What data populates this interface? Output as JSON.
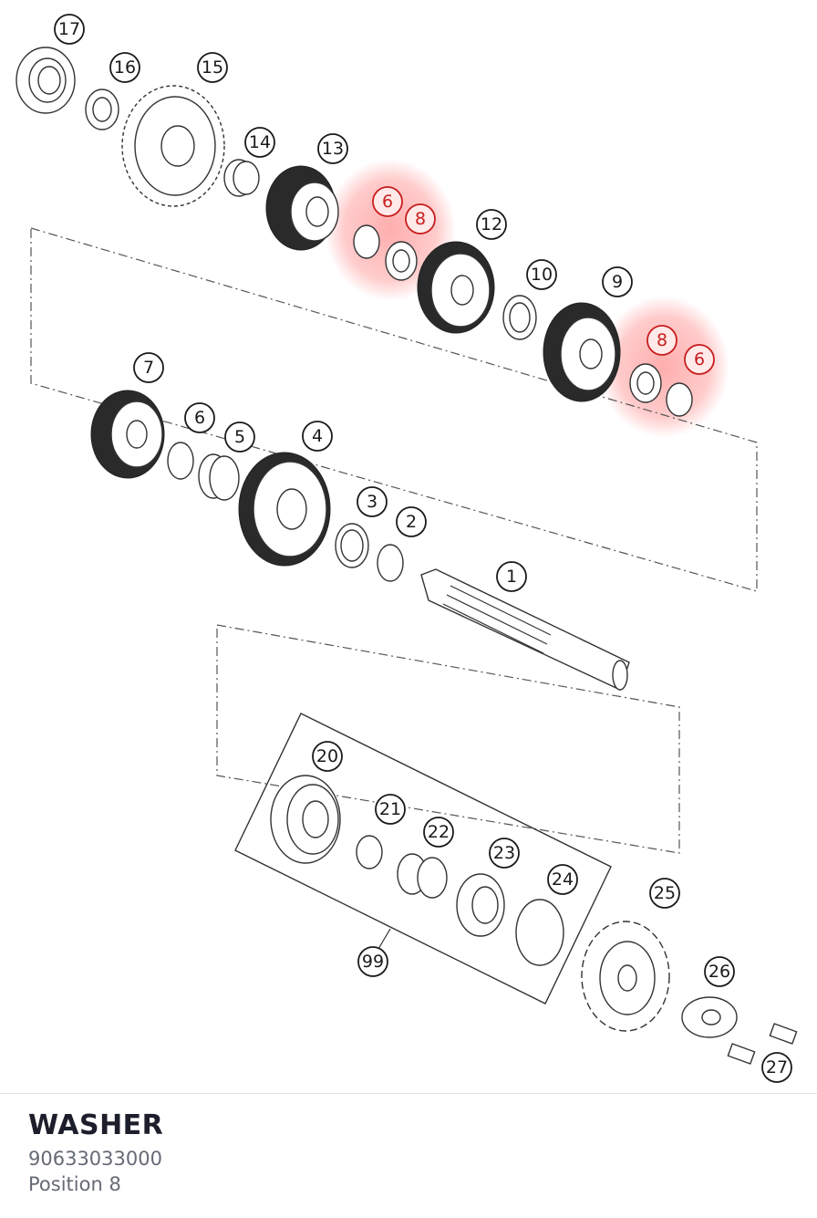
{
  "part": {
    "name": "WASHER",
    "number": "90633033000",
    "position": "Position 8"
  },
  "diagram": {
    "callouts": [
      {
        "id": "c17",
        "label": "17",
        "highlight": false
      },
      {
        "id": "c16",
        "label": "16",
        "highlight": false
      },
      {
        "id": "c15",
        "label": "15",
        "highlight": false
      },
      {
        "id": "c14",
        "label": "14",
        "highlight": false
      },
      {
        "id": "c13",
        "label": "13",
        "highlight": false
      },
      {
        "id": "c6a",
        "label": "6",
        "highlight": true
      },
      {
        "id": "c8a",
        "label": "8",
        "highlight": true
      },
      {
        "id": "c12",
        "label": "12",
        "highlight": false
      },
      {
        "id": "c10",
        "label": "10",
        "highlight": false
      },
      {
        "id": "c9",
        "label": "9",
        "highlight": false
      },
      {
        "id": "c8b",
        "label": "8",
        "highlight": true
      },
      {
        "id": "c6b",
        "label": "6",
        "highlight": true
      },
      {
        "id": "c7",
        "label": "7",
        "highlight": false
      },
      {
        "id": "c6c",
        "label": "6",
        "highlight": false
      },
      {
        "id": "c5",
        "label": "5",
        "highlight": false
      },
      {
        "id": "c4",
        "label": "4",
        "highlight": false
      },
      {
        "id": "c3",
        "label": "3",
        "highlight": false
      },
      {
        "id": "c2",
        "label": "2",
        "highlight": false
      },
      {
        "id": "c1",
        "label": "1",
        "highlight": false
      },
      {
        "id": "c20",
        "label": "20",
        "highlight": false
      },
      {
        "id": "c21",
        "label": "21",
        "highlight": false
      },
      {
        "id": "c22",
        "label": "22",
        "highlight": false
      },
      {
        "id": "c23",
        "label": "23",
        "highlight": false
      },
      {
        "id": "c24",
        "label": "24",
        "highlight": false
      },
      {
        "id": "c25",
        "label": "25",
        "highlight": false
      },
      {
        "id": "c99",
        "label": "99",
        "highlight": false
      },
      {
        "id": "c26",
        "label": "26",
        "highlight": false
      },
      {
        "id": "c27",
        "label": "27",
        "highlight": false
      }
    ],
    "highlight_color": "#ff6b6b"
  }
}
